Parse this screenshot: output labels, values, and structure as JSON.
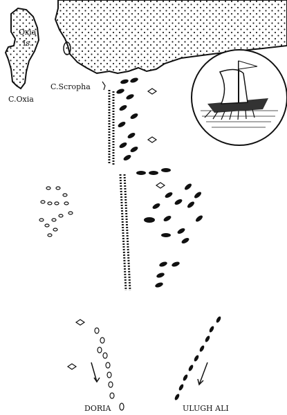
{
  "labels": {
    "island_name_1": "Oxia",
    "island_name_2": "Is.",
    "cape_oxia": "C.Oxia",
    "cape_scropha": "C.Scropha",
    "doria": "DORIA",
    "ulugh_ali": "ULUGH ALI"
  },
  "colors": {
    "ink": "#111111",
    "paper": "#ffffff",
    "land_dots": "#222222"
  },
  "icons": [
    "island",
    "coastline",
    "galley-vignette",
    "fleet-formation",
    "direction-arrow",
    "small-galley"
  ]
}
